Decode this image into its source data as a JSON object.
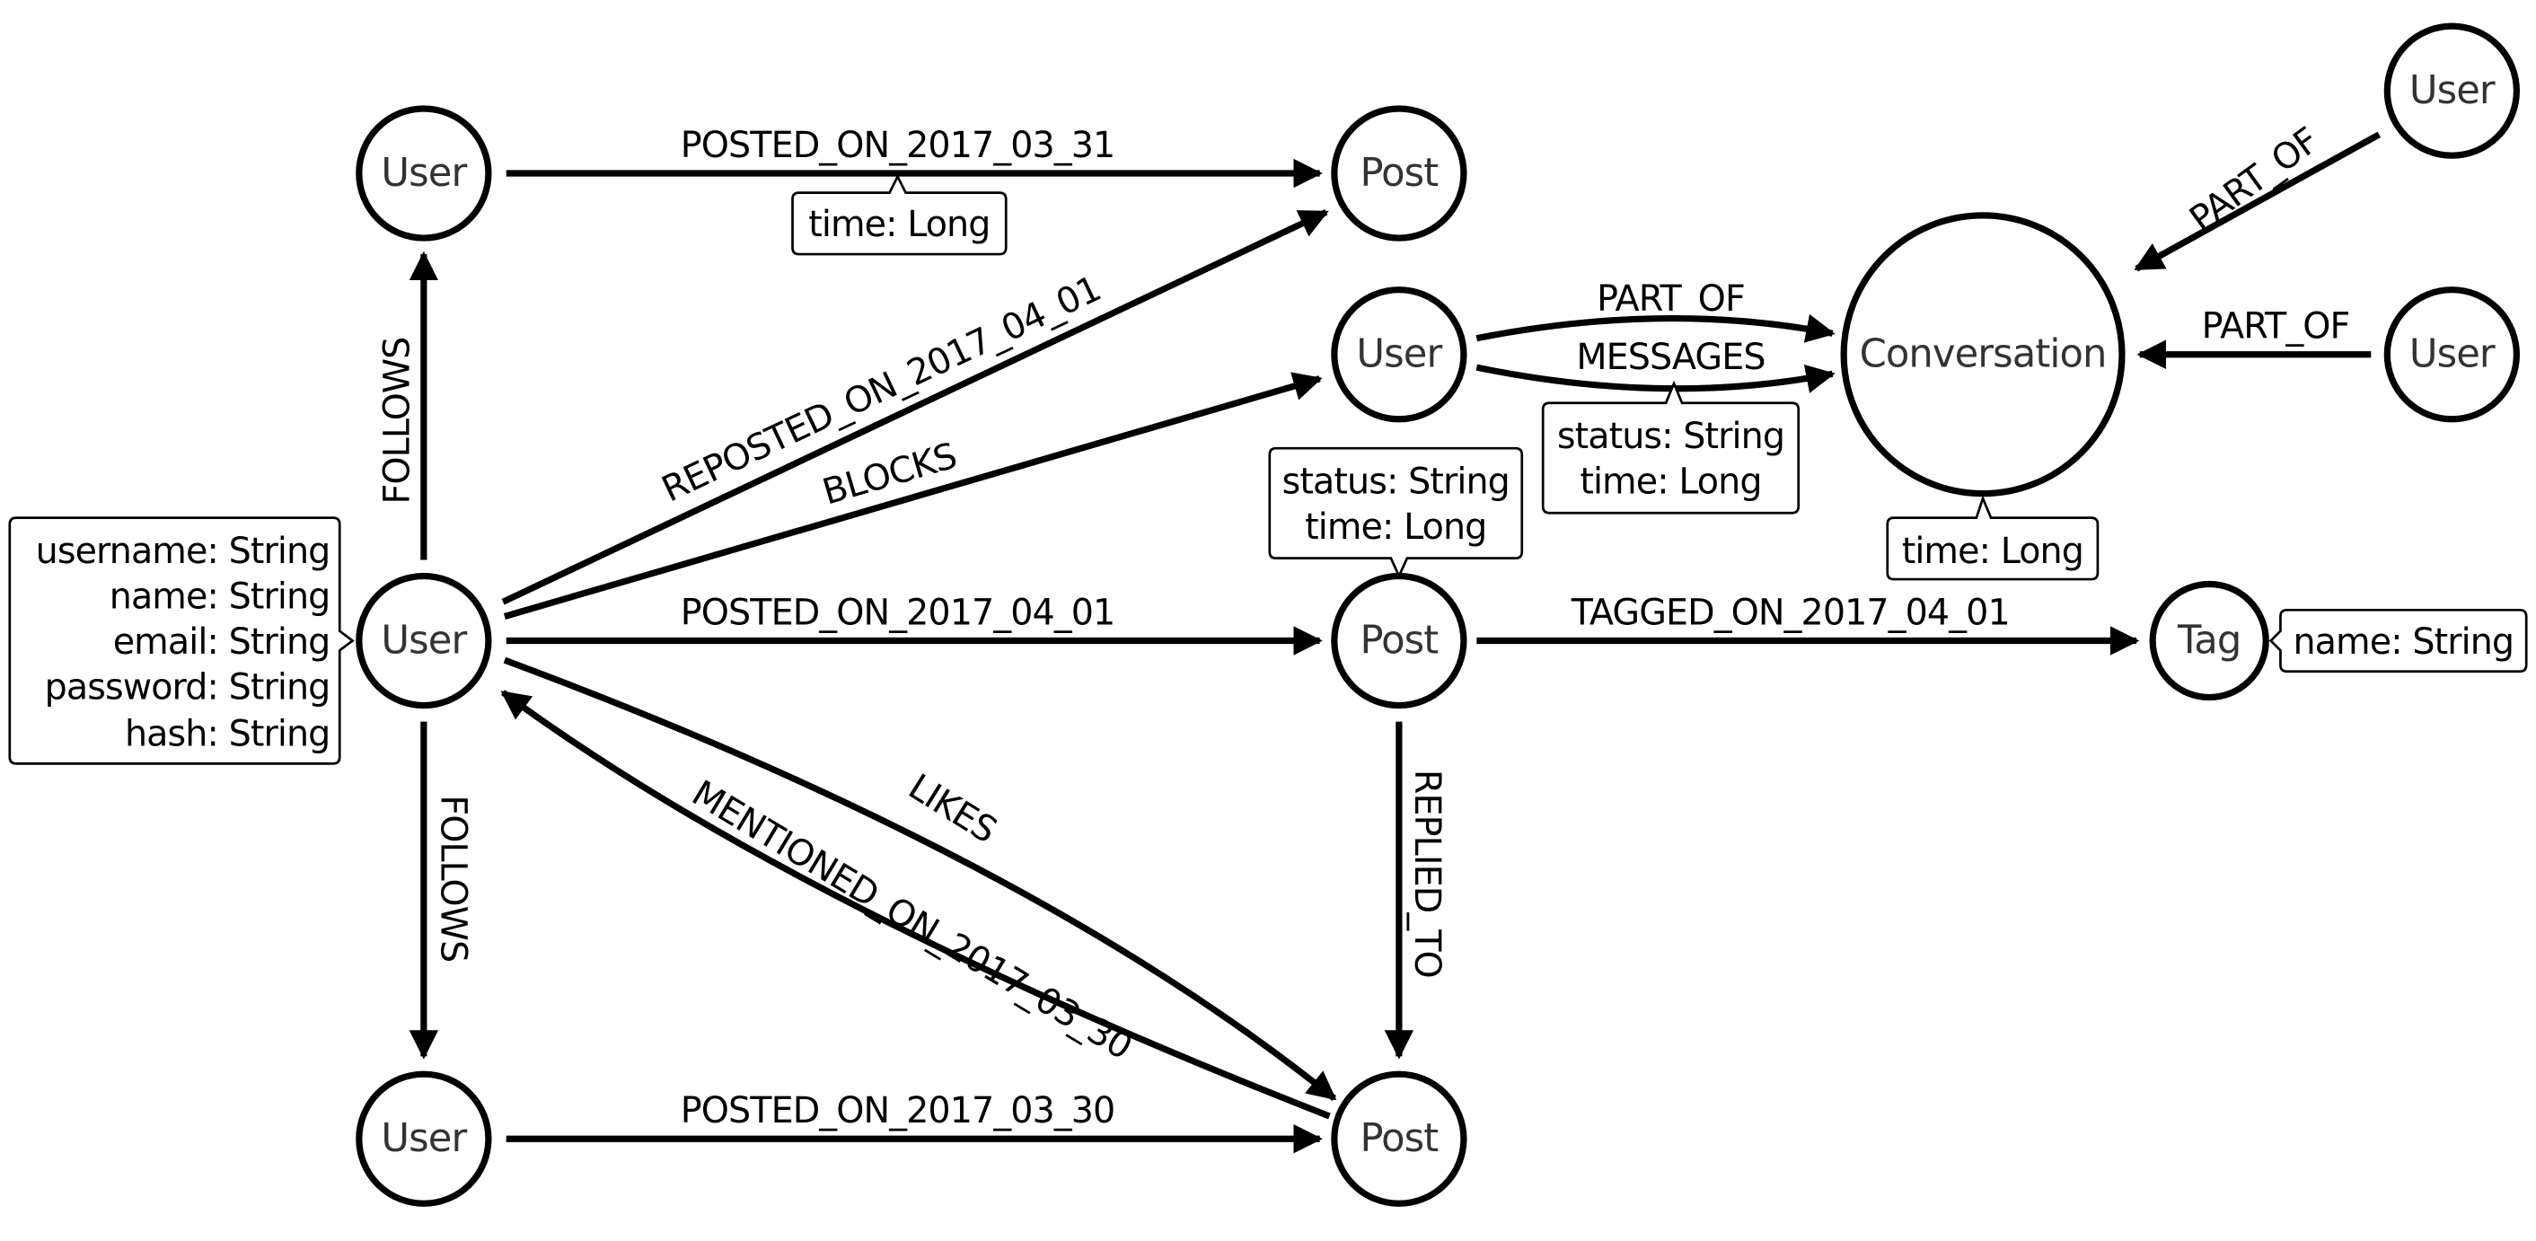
{
  "nodes": {
    "user_main": "User",
    "user_top": "User",
    "user_bottom": "User",
    "user_mid": "User",
    "user_tr": "User",
    "user_right": "User",
    "post_top": "Post",
    "post_mid": "Post",
    "post_bottom": "Post",
    "conversation": "Conversation",
    "tag": "Tag"
  },
  "edges": {
    "posted_0331": "POSTED_ON_2017_03_31",
    "reposted_0401": "REPOSTED_ON_2017_04_01",
    "blocks": "BLOCKS",
    "posted_0401": "POSTED_ON_2017_04_01",
    "likes": "LIKES",
    "mentioned_0330": "MENTIONED_ON_2017_03_30",
    "posted_0330": "POSTED_ON_2017_03_30",
    "follows_up": "FOLLOWS",
    "follows_down": "FOLLOWS",
    "part_of_mid": "PART_OF",
    "messages": "MESSAGES",
    "part_of_tr": "PART_OF",
    "part_of_right": "PART_OF",
    "tagged_0401": "TAGGED_ON_2017_04_01",
    "replied_to": "REPLIED_TO"
  },
  "properties": {
    "user": [
      "username: String",
      "name: String",
      "email: String",
      "password: String",
      "hash: String"
    ],
    "posted_0331": [
      "time: Long"
    ],
    "messages": [
      "status: String",
      "time: Long"
    ],
    "post_mid": [
      "status: String",
      "time: Long"
    ],
    "conversation": [
      "time: Long"
    ],
    "tag": [
      "name: String"
    ]
  }
}
